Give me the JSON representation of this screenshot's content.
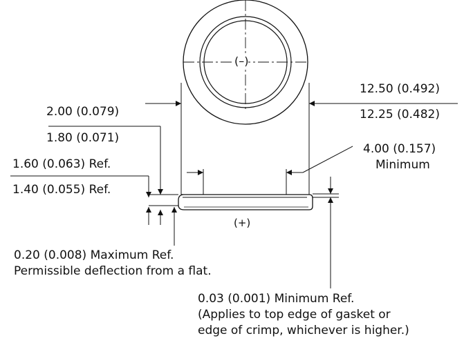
{
  "dimensions": {
    "diameter_max": "12.50 (0.492)",
    "diameter_min": "12.25 (0.482)",
    "height_max": "2.00 (0.079)",
    "height_min": "1.80 (0.071)",
    "step_max": "1.60 (0.063) Ref.",
    "step_min": "1.40 (0.055) Ref.",
    "flat_width": "4.00 (0.157)",
    "flat_width_note": "Minimum"
  },
  "symbols": {
    "negative": "(–)",
    "positive": "(+)"
  },
  "notes": {
    "deflection_line1": "0.20 (0.008) Maximum Ref.",
    "deflection_line2": "Permissible deflection from a flat.",
    "gasket_line1": "0.03 (0.001) Minimum Ref.",
    "gasket_line2": "(Applies to top edge of gasket or",
    "gasket_line3": "edge of crimp, whichever is higher.)"
  },
  "colors": {
    "ink": "#111111",
    "fill": "#dddddd"
  }
}
